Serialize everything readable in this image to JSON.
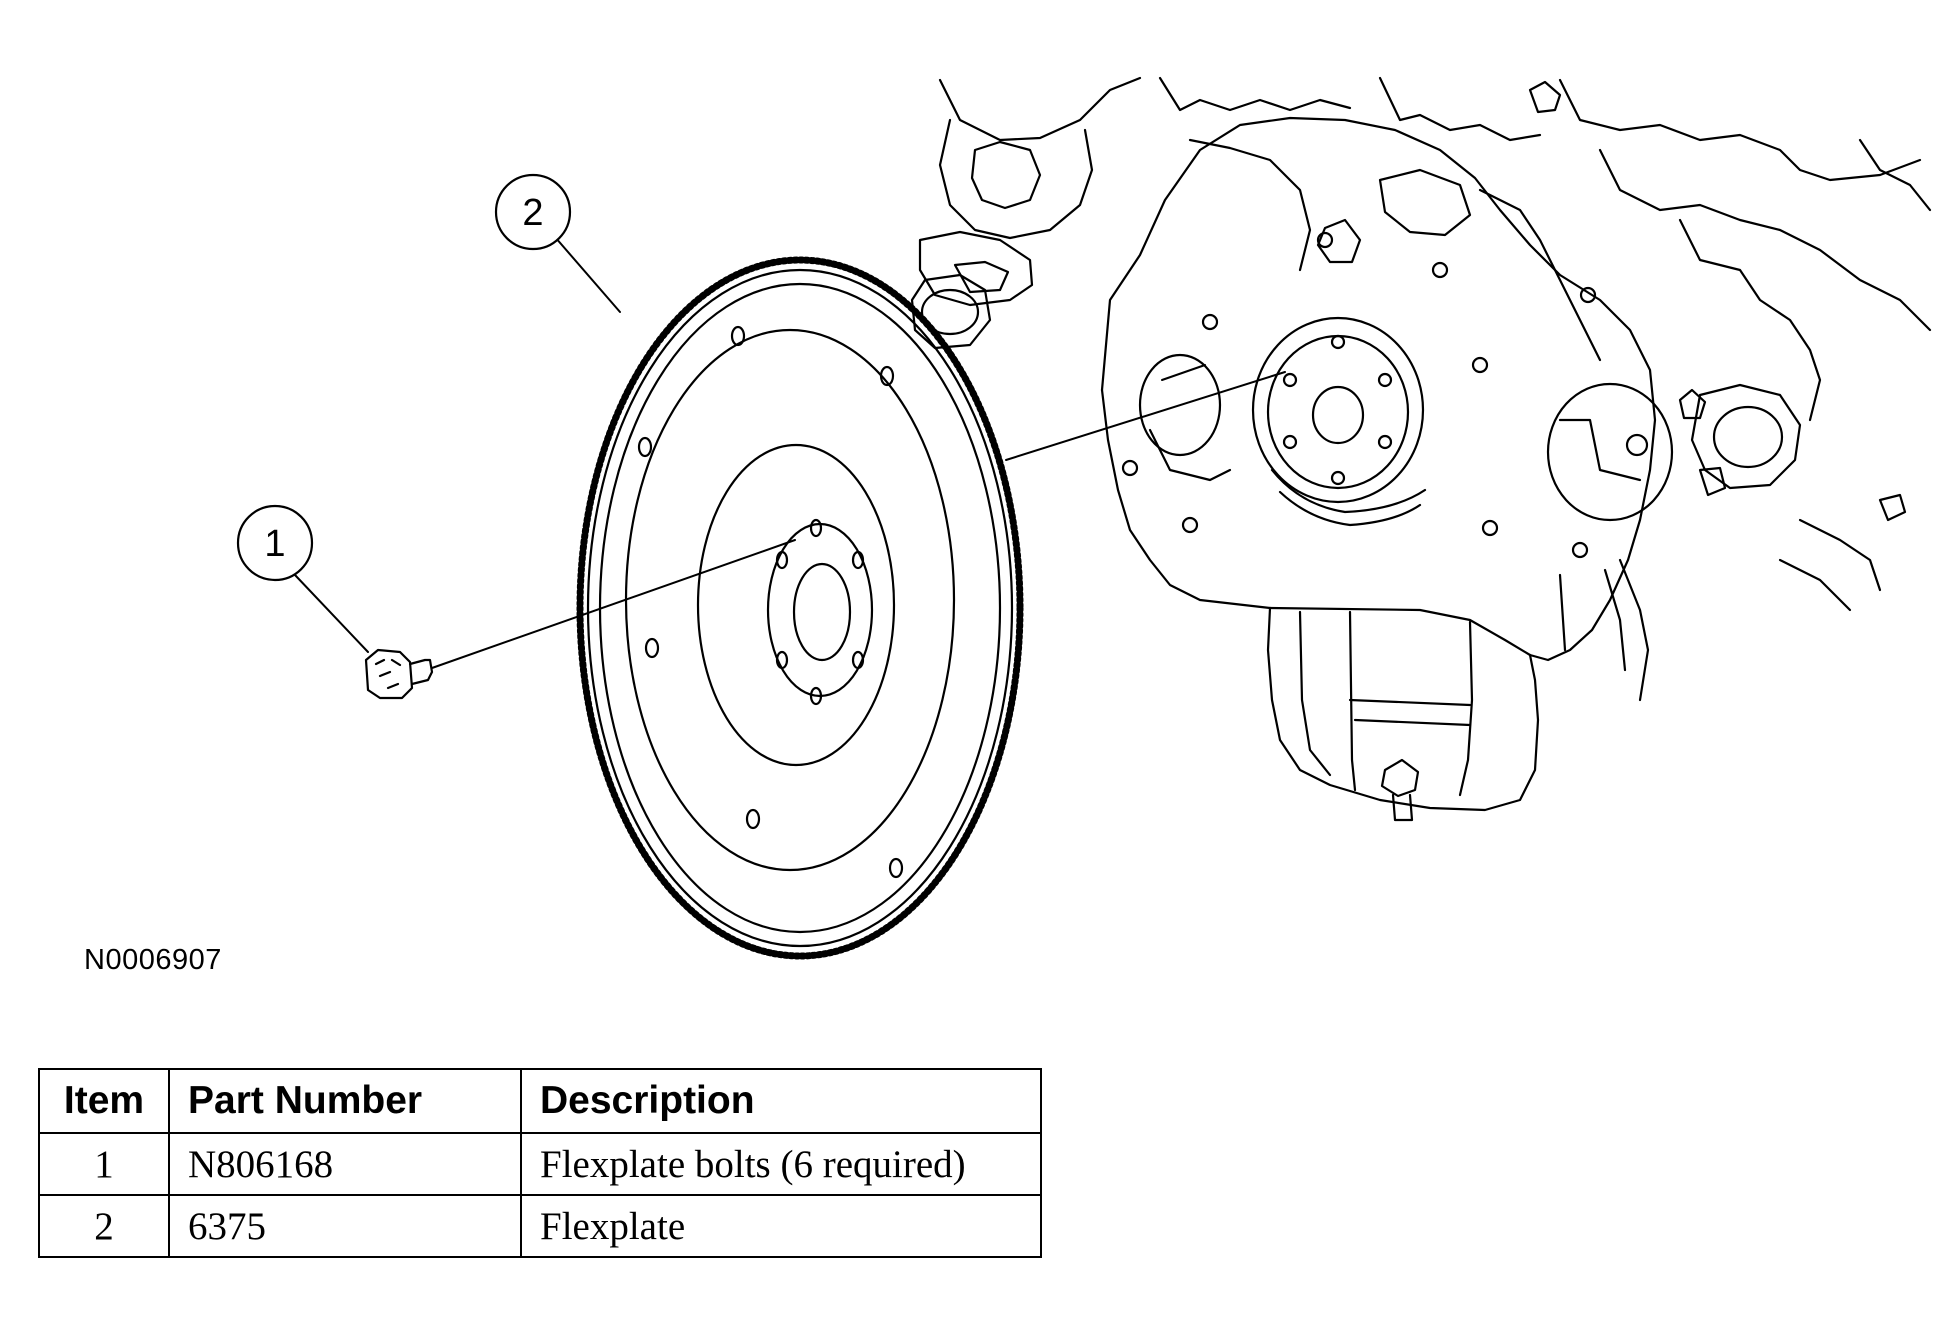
{
  "callouts": [
    {
      "number": "1",
      "part": "Flexplate bolts"
    },
    {
      "number": "2",
      "part": "Flexplate"
    }
  ],
  "figure_code": "N0006907",
  "parts_table": {
    "headers": [
      "Item",
      "Part Number",
      "Description"
    ],
    "rows": [
      {
        "item": "1",
        "part_number": "N806168",
        "description": "Flexplate bolts (6 required)"
      },
      {
        "item": "2",
        "part_number": "6375",
        "description": "Flexplate"
      }
    ]
  }
}
